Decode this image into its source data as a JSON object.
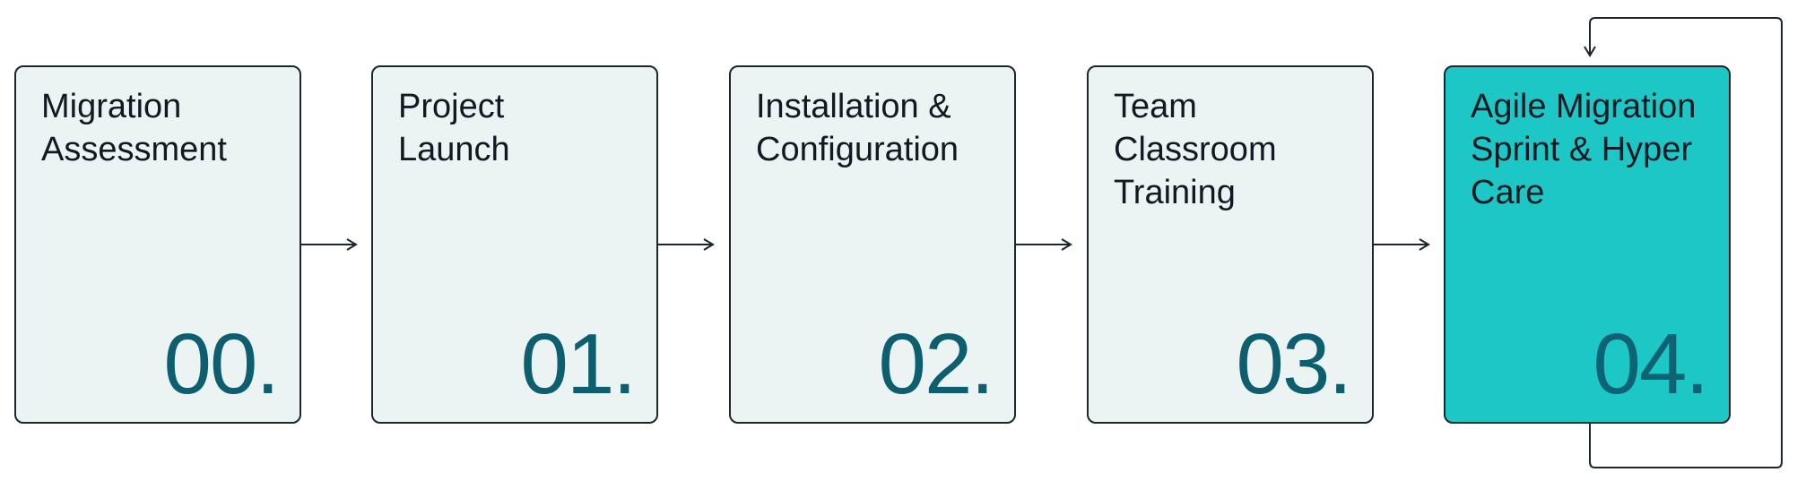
{
  "steps": [
    {
      "title": "Migration\nAssessment",
      "number": "00."
    },
    {
      "title": "Project\nLaunch",
      "number": "01."
    },
    {
      "title": "Installation &\nConfiguration",
      "number": "02."
    },
    {
      "title": "Team\nClassroom\nTraining",
      "number": "03."
    },
    {
      "title": "Agile Migration\nSprint & Hyper\nCare",
      "number": "04."
    }
  ],
  "colors": {
    "card_fill": "#ebf4f3",
    "active_fill": "#1cc7c5",
    "number_color": "#0d5f6f",
    "stroke": "#1b2630"
  }
}
